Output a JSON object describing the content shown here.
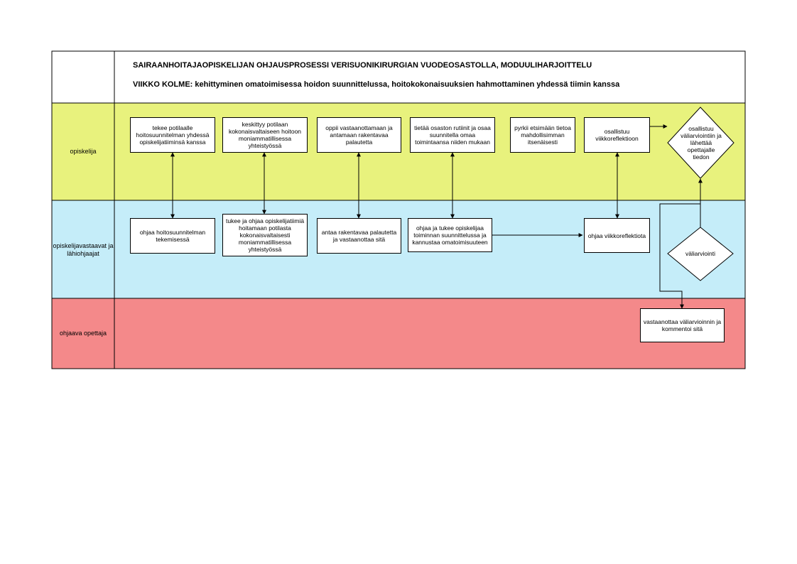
{
  "header": {
    "title": "SAIRAANHOITAJAOPISKELIJAN OHJAUSPROSESSI VERISUONIKIRURGIAN VUODEOSASTOLLA, MODUULIHARJOITTELU",
    "subtitle": "VIIKKO KOLME: kehittyminen omatoimisessa hoidon suunnittelussa, hoitokokonaisuuksien hahmottaminen yhdessä tiimin kanssa"
  },
  "lanes": [
    {
      "label": "opiskelija",
      "color": "#e8f27d"
    },
    {
      "label": "opiskelijavastaavat ja lähiohjaajat",
      "color": "#c5edf9"
    },
    {
      "label": "ohjaava opettaja",
      "color": "#f4898a"
    }
  ],
  "boxes": {
    "s1": "tekee potilaalle hoitosuunnitelman yhdessä opiskelijatiiminsä kanssa",
    "s2": "keskittyy potilaan kokonaisvaltaiseen hoitoon moniammatillisessa yhteistyössä",
    "s3": "oppii vastaanottamaan ja antamaan rakentavaa palautetta",
    "s4": "tietää osaston rutiinit ja osaa suunnitella omaa toimintaansa niiden mukaan",
    "s5": "pyrkii etsimään tietoa mahdollisimman itsenäisesti",
    "s6": "osallistuu viikkoreflektioon",
    "d1": "osallistuu väliarviointiin ja lähettää opettajalle tiedon",
    "m1": "ohjaa hoitosuunnitelman tekemisessä",
    "m2": "tukee ja ohjaa opiskelijatiimiä hoitamaan potilasta kokonaisvaltaisesti moniammatillisessa yhteistyössä",
    "m3": "antaa rakentavaa palautetta ja vastaanottaa sitä",
    "m4": "ohjaa ja tukee opiskelijaa toiminnan suunnittelussa ja kannustaa omatoimisuuteen",
    "m5": "ohjaa viikkoreflektiota",
    "d2": "väliarviointi",
    "t1": "vastaanottaa väliarvioinnin ja kommentoi sitä"
  }
}
